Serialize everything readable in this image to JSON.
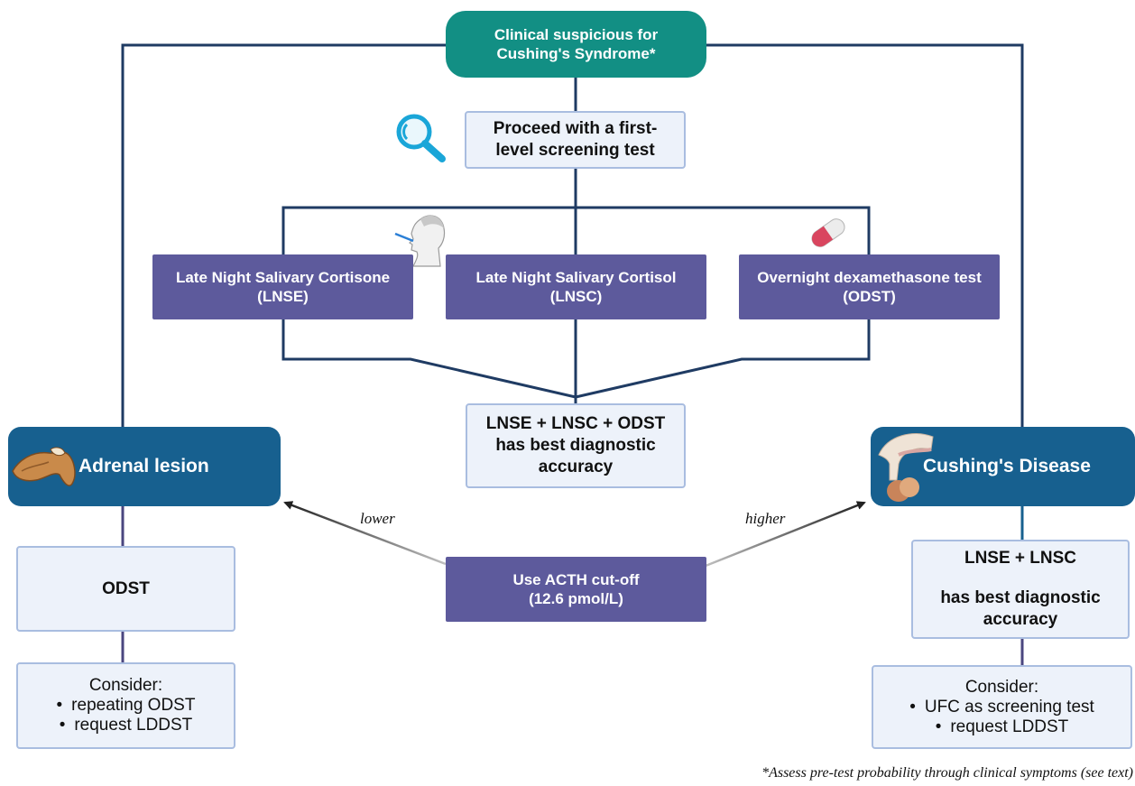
{
  "top": {
    "text_line1": "Clinical suspicious for",
    "text_line2": "Cushing's Syndrome*"
  },
  "screening": {
    "text_line1": "Proceed with a first-",
    "text_line2": "level screening test"
  },
  "tests": {
    "lnse": {
      "line1": "Late Night Salivary Cortisone",
      "line2": "(LNSE)"
    },
    "lnsc": {
      "line1": "Late Night Salivary Cortisol",
      "line2": "(LNSC)"
    },
    "odst": {
      "line1": "Overnight dexamethasone test",
      "line2": "(ODST)"
    }
  },
  "combined": {
    "line1": "LNSE + LNSC + ODST",
    "line2": "has best diagnostic",
    "line3": "accuracy"
  },
  "adrenal": {
    "label": "Adrenal lesion"
  },
  "cushings": {
    "label": "Cushing's Disease"
  },
  "acth": {
    "line1": "Use ACTH cut-off",
    "line2": "(12.6 pmol/L)"
  },
  "arrows": {
    "left_label": "lower",
    "right_label": "higher"
  },
  "left_result": {
    "text": "ODST"
  },
  "left_consider": {
    "title": "Consider:",
    "items": [
      "repeating ODST",
      "request LDDST"
    ]
  },
  "right_result": {
    "line1": "LNSE + LNSC",
    "line2": "has best diagnostic",
    "line3": "accuracy"
  },
  "right_consider": {
    "title": "Consider:",
    "items": [
      "UFC as screening test",
      "request LDDST"
    ]
  },
  "footnote": "*Assess pre-test probability through clinical symptoms (see text)",
  "icons": [
    "magnifier-icon",
    "saliva-swab-icon",
    "pill-icon",
    "adrenal-gland-icon",
    "pituitary-gland-icon"
  ],
  "colors": {
    "teal": "#128f84",
    "purple": "#5d5a9c",
    "blue": "#17608f",
    "line": "#1f3b63",
    "light_fill": "#edf2fa"
  }
}
